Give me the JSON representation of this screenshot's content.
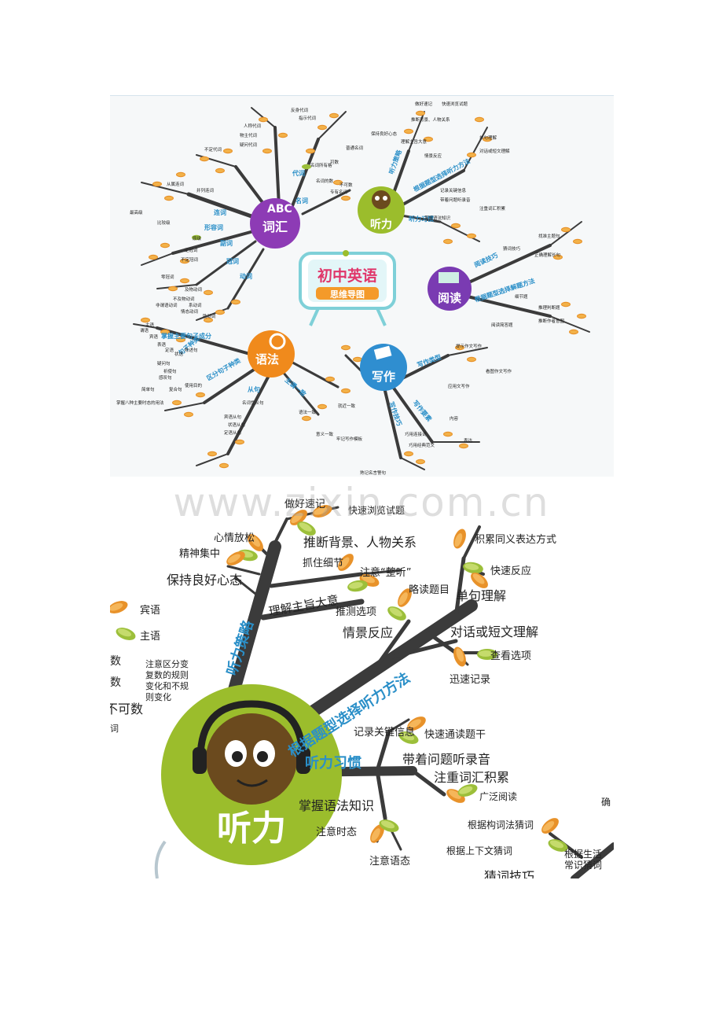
{
  "top": {
    "title_line1": "初中英语",
    "title_line2": "思维导图",
    "hubs": {
      "vocab": "词汇",
      "listening": "听力",
      "reading": "阅读",
      "grammar": "语法",
      "writing": "写作"
    },
    "branch_labels": [
      "代词",
      "名词",
      "连词",
      "形容词",
      "副词",
      "冠词",
      "动词",
      "听力策略",
      "根据题型选择听力方法",
      "听力习惯",
      "阅读技巧",
      "根据题型选择解题方法",
      "掌握主要句子成分",
      "区分句子种类",
      "句子种类",
      "从句",
      "主谓一致",
      "写作类型",
      "写作技巧",
      "写作要素"
    ],
    "small_labels": [
      "名词所有格",
      "名词的数",
      "可数",
      "不可数",
      "专有名词",
      "普通名词",
      "人称代词",
      "物主代词",
      "反身代词",
      "指示代词",
      "疑问代词",
      "不定代词",
      "从属连词",
      "并列连词",
      "比较级",
      "最高级",
      "原级",
      "不定冠词",
      "定冠词",
      "零冠词",
      "及物动词",
      "不及物动词",
      "系动词",
      "助动词",
      "情态动词",
      "非谓语动词",
      "做好速记",
      "快速浏览试题",
      "推断背景、人物关系",
      "保持良好心态",
      "理解主旨大意",
      "单句理解",
      "对话或短文理解",
      "情景反应",
      "记录关键信息",
      "带着问题听录音",
      "注重词汇积累",
      "掌握语法知识",
      "找准主题句",
      "正确理解长句",
      "猜词技巧",
      "细节题",
      "推理判断题",
      "阅读简答题",
      "推断作者意图",
      "主语",
      "谓语",
      "宾语",
      "表语",
      "定语",
      "状语",
      "陈述句",
      "疑问句",
      "祈使句",
      "感叹句",
      "使用目的",
      "简单句",
      "复合句",
      "宾语从句",
      "状语从句",
      "定语从句",
      "名词性从句",
      "就近一致",
      "语法一致",
      "意义一致",
      "提示作文写作",
      "看图作文写作",
      "应用文写作",
      "内容",
      "表达",
      "巧用连接词",
      "巧用经典范文",
      "牢记写作模板",
      "熟记名言警句",
      "掌握八种主要时态的用法"
    ]
  },
  "bottom": {
    "hub": "听力",
    "branches": {
      "strategy": "听力策略",
      "method": "根据题型选择听力方法",
      "habit": "听力习惯"
    },
    "strategy_items": {
      "calm": "心情放松",
      "focus": "精神集中",
      "attitude": "保持良好心态",
      "notes": "做好速记",
      "browse": "快速浏览试题",
      "background": "推断背景、人物关系",
      "details": "抓住细节",
      "gist": "理解主旨大意",
      "whole": "注意“整听”"
    },
    "method_items": {
      "skim": "略读题目",
      "guess": "推测选项",
      "situation": "情景反应",
      "single": "单句理解",
      "synonym": "积累同义表达方式",
      "quick": "快速反应",
      "dialogue": "对话或短文理解",
      "options": "查看选项",
      "record": "迅速记录"
    },
    "habit_items": {
      "key_info": "记录关键信息",
      "quick_read": "快速通读题干",
      "with_question": "带着问题听录音",
      "vocab": "注重词汇积累",
      "wide_read": "广泛阅读",
      "grammar": "掌握语法知识",
      "tense": "注意时态",
      "voice": "注意语态",
      "word_formation": "根据构词法猜词",
      "context": "根据上下文猜词",
      "life": "根据生活",
      "common": "常识猜词",
      "guess_skill": "猜词技巧"
    },
    "left_fragments": {
      "object": "宾语",
      "subject": "主语",
      "count1": "数",
      "count2": "数",
      "uncount": "不可数",
      "ci": "词",
      "note": "注意区分变",
      "note2": "复数的规则",
      "note3": "变化和不规",
      "note4": "则变化"
    },
    "right_fragment": "确"
  },
  "watermark": "www.zixin.com.cn",
  "colors": {
    "branch": "#3b3b3b",
    "leaf_orange": "#e8922a",
    "leaf_green": "#9cbf3a",
    "listening_hub": "#9bbd2c",
    "vocab_hub": "#8d3bb5",
    "reading_hub": "#7a3bb2",
    "grammar_hub": "#f08a1c",
    "writing_hub": "#2f8ed0",
    "branch_label": "#2a8fc8"
  }
}
